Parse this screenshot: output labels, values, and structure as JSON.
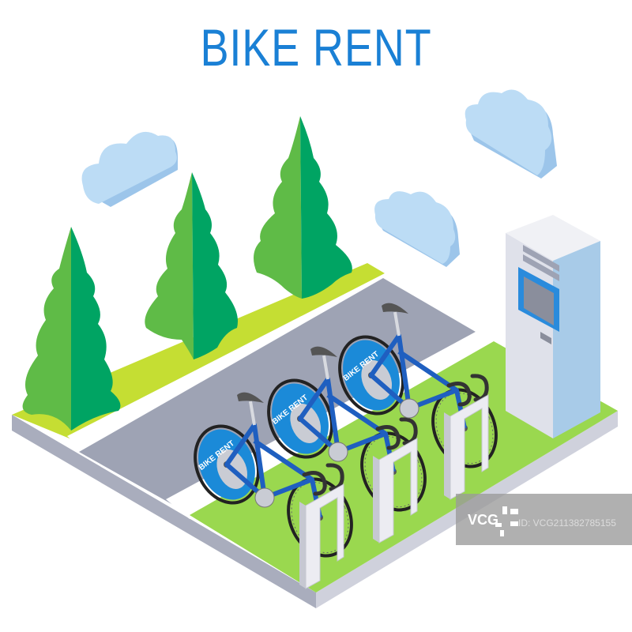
{
  "title": "BIKE RENT",
  "wheel_label": "BIKE RENT",
  "watermark": {
    "logo": "VCG",
    "id": "ID: VCG211382785155"
  },
  "colors": {
    "title": "#1a80d5",
    "bike_frame": "#1f5fc0",
    "grass": "#9ad84f",
    "road": "#9ea3b4",
    "tree_light": "#5fbb47",
    "tree_dark": "#00a463",
    "cloud": "#bcdcf5"
  }
}
